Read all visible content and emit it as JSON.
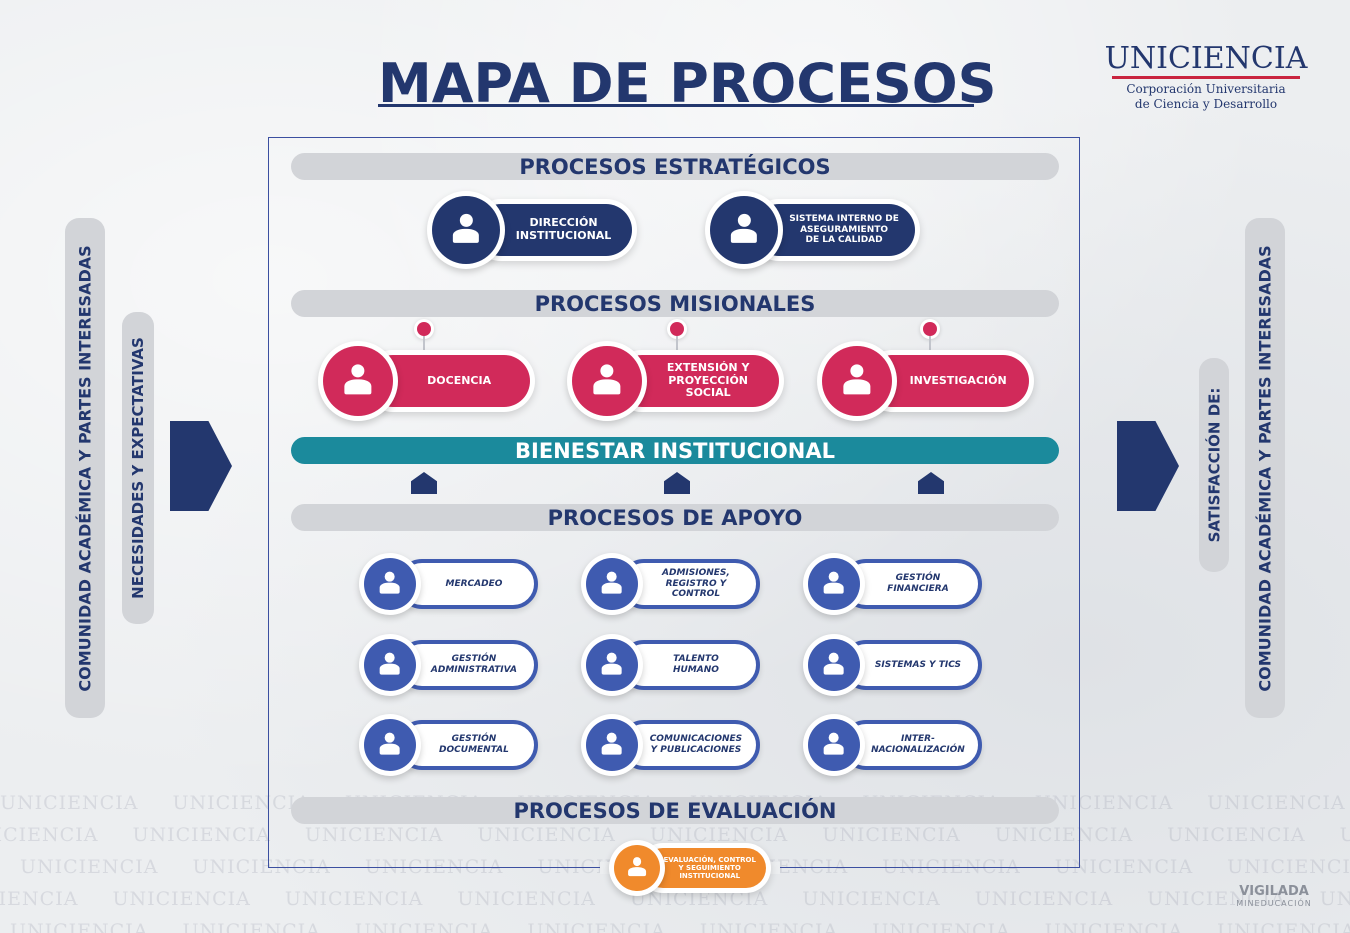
{
  "header": {
    "title": "MAPA DE PROCESOS",
    "logo_word": "UNICIENCIA",
    "logo_sub1": "Corporación Universitaria",
    "logo_sub2": "de Ciencia y Desarrollo"
  },
  "left": {
    "outer_label": "COMUNIDAD ACADÉMICA Y PARTES INTERESADAS",
    "inner_label": "NECESIDADES Y EXPECTATIVAS"
  },
  "right": {
    "inner_label": "SATISFACCIÓN DE:",
    "outer_label": "COMUNIDAD ACADÉMICA Y PARTES INTERESADAS"
  },
  "sections": {
    "estrategicos": "PROCESOS ESTRATÉGICOS",
    "misionales": "PROCESOS MISIONALES",
    "bienestar": "BIENESTAR INSTITUCIONAL",
    "apoyo": "PROCESOS DE APOYO",
    "evaluacion": "PROCESOS DE EVALUACIÓN"
  },
  "estrategicos": [
    "DIRECCIÓN\nINSTITUCIONAL",
    "SISTEMA INTERNO DE\nASEGURAMIENTO\nDE LA CALIDAD"
  ],
  "misionales": [
    "DOCENCIA",
    "EXTENSIÓN Y\nPROYECCIÓN\nSOCIAL",
    "INVESTIGACIÓN"
  ],
  "apoyo": [
    "MERCADEO",
    "ADMISIONES,\nREGISTRO Y\nCONTROL",
    "GESTIÓN\nFINANCIERA",
    "GESTIÓN\nADMINISTRATIVA",
    "TALENTO\nHUMANO",
    "SISTEMAS Y TICS",
    "GESTIÓN\nDOCUMENTAL",
    "COMUNICACIONES\nY PUBLICACIONES",
    "INTER-\nNACIONALIZACIÓN"
  ],
  "evaluacion": [
    "EVALUACIÓN, CONTROL\nY SEGUIMIENTO\nINSTITUCIONAL"
  ],
  "watermark_text": "UNICIENCIA",
  "footer": {
    "vigilada": "VIGILADA",
    "mineducacion": "MINEDUCACIÓN"
  },
  "colors": {
    "navy": "#23376e",
    "crimson": "#d12a5a",
    "teal": "#1b8a9c",
    "orange": "#f08a2c",
    "apoyo_blue": "#3f5bb0"
  }
}
